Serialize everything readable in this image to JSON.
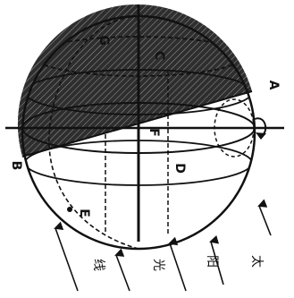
{
  "points": {
    "A": "A",
    "B": "B",
    "C": "C",
    "D": "D",
    "E": "E",
    "F": "F",
    "G": "G"
  },
  "sunlight": {
    "chars": [
      "太",
      "阳",
      "光",
      "线"
    ]
  },
  "colors": {
    "ink": "#111111",
    "background": "#ffffff",
    "night_fill": "#2e2e2e"
  },
  "icons": {
    "rotation": "rotation-arrow-icon"
  }
}
